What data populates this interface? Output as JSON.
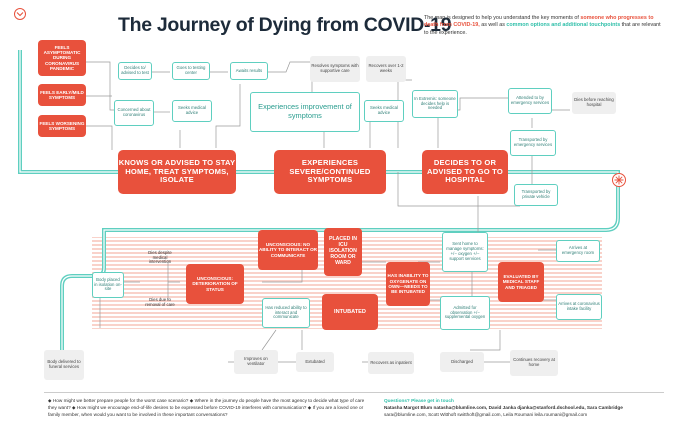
{
  "title": "The Journey of Dying from COVID-19",
  "subtitle": {
    "part1": "The map is designed to help you understand the key moments of ",
    "part2": "someone who progresses to death from COVID-19,",
    "part3": " as well as ",
    "part4": "common options and additional touchpoints",
    "part5": " that are relevant to the experience."
  },
  "colors": {
    "red": "#e8513c",
    "teal": "#5fcfc0",
    "teal_dark": "#2a9d8f",
    "navy": "#1d2b3a",
    "hatch": "#f7c9c0",
    "gray": "#efefef"
  },
  "icons": {
    "start_marker": "chevron-down-icon",
    "medical_cross": "medical-cross-icon"
  },
  "nodes": {
    "asymptomatic": "FEELS ASYMPTOMATIC DURING CORONAVIRUS PANDEMIC",
    "mild": "FEELS EARLY/MILD SYMPTOMS",
    "worsening": "FEELS WORSENING SYMPTOMS",
    "decides_test": "Decides to/ advised to test",
    "goes_testing": "Goes to testing center",
    "awaits": "Awaits results",
    "concerned": "Concerned about coronavirus",
    "seeks1": "Seeks medical advice",
    "resolves": "Resolves symptoms with supportive care",
    "recovers_weeks": "Recovers over 1-2 weeks",
    "improvement": "Experiences improvement of symptoms",
    "seeks2": "Seeks medical advice",
    "extremis": "In Extremis: someone decides help is needed",
    "attended": "Attended to by emergency services",
    "dies_before": "Dies before reaching hospital",
    "transported_ems": "Transported by emergency services",
    "transported_private": "Transported by private vehicle",
    "stay_home": "KNOWS OR ADVISED TO STAY HOME, TREAT SYMPTOMS, ISOLATE",
    "severe": "EXPERIENCES SEVERE/CONTINUED SYMPTOMS",
    "decides_hospital": "DECIDES TO OR ADVISED TO GO TO HOSPITAL",
    "unconscious_interact": "UNCONSCIOUS: NO ABILITY TO INTERACT OR COMMUNICATE",
    "icu": "PLACED IN ICU ISOLATION ROOM OR WARD",
    "inability": "HAS INABILITY TO OXYGENATE ON OWN—NEEDS TO BE INTUBATED",
    "sent_home": "Sent home to manage symptoms: +/− oxygen +/− support services",
    "arrives_room": "Arrives at emergency room",
    "evaluated": "EVALUATED BY MEDICAL STAFF AND TRIAGED",
    "dies_despite": "Dies despite medical intervention",
    "body_placed": "Body placed in isolation on-site",
    "unconscious_deter": "UNCONSCIOUS: DETERIORATION OF STATUS",
    "dies_removal": "Dies due to removal of care",
    "reduced_ability": "Has reduced ability to interact and communicate",
    "intubated": "INTUBATED",
    "admitted": "Admitted for observation +/− supplemental oxygen",
    "arrives_intake": "Arrives at coronavirus intake facility",
    "body_delivered": "Body delivered to funeral services",
    "improves_vent": "Improves on ventilator",
    "extubated": "Extubated",
    "recovers_inpatient": "Recovers as inpatient",
    "discharged": "Discharged",
    "continues": "Continues recovery at home"
  },
  "footer": {
    "questions": "◆ How might we better prepare people for the worst case scenario? ◆ Where in the journey do people have the most agency to decide what type of care they want? ◆ How might we encourage end-of-life desires to be expressed before COVID-19 interferes with communication? ◆ If you are a loved one or family member, when would you want to be involved in these important conversations?",
    "contact_heading": "Questions? Please get in touch",
    "contact_names": "Natasha Margot Blum natasha@blumline.com, David Janka djanka@stanford.dschool.edu, Sara Cambridge",
    "contact_more": "sara@blumline.com, Scott Witthoft switthoft@gmail.com, Leila Roumani leila.roumani@gmail.com"
  }
}
